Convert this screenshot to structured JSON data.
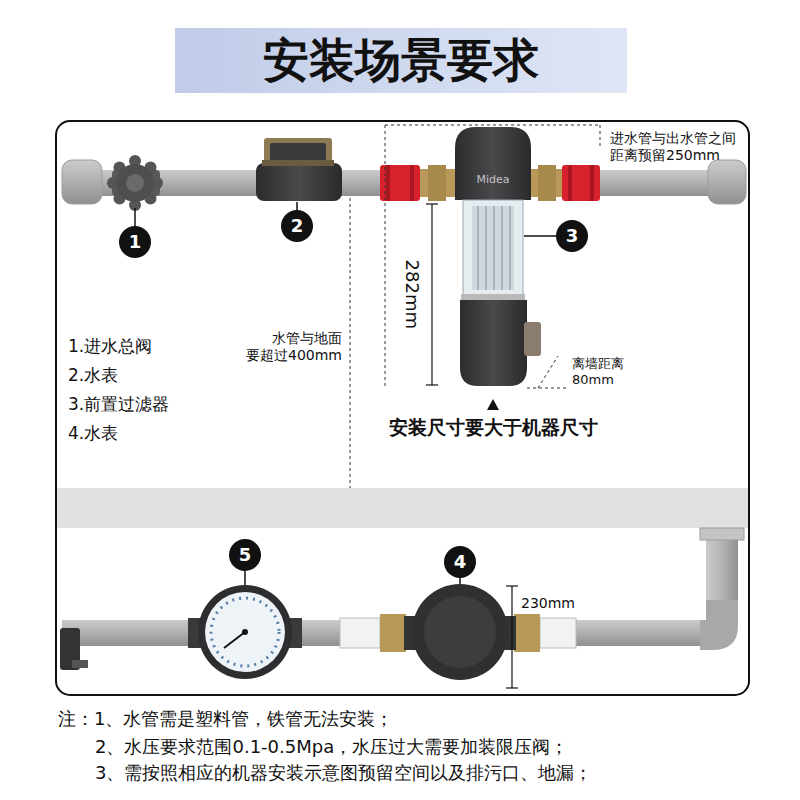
{
  "diagram": {
    "title": "安装场景要求",
    "labels": [
      "进水管与出水管之间 距离预留250mm",
      "Midea",
      "1",
      "2",
      "3",
      "282mm",
      "1.进水总阀",
      "水管与地面 要超过400mm",
      "2.水表",
      "离墙距离 80mm",
      "3.前置过滤器",
      "4.水表",
      "安装尺寸要大于机器尺寸",
      "5",
      "4",
      "230mm",
      "注：1、水管需是塑料管，铁管无法安装；",
      "2、水压要求范围0.1-0.5Mpa，水压过大需要加装限压阀；",
      "3、需按照相应的机器安装示意图预留空间以及排污口、地漏；"
    ]
  }
}
